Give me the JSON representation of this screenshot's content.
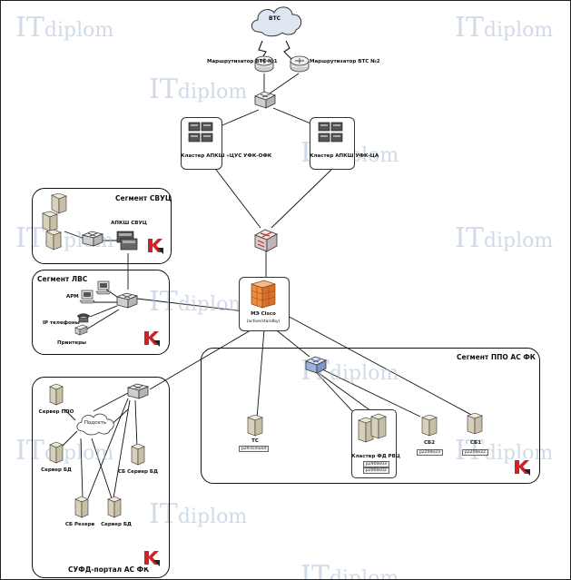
{
  "diagram": {
    "vts_cloud": "ВТС",
    "routers": [
      {
        "label": "Маршрутизатор ВТС №1"
      },
      {
        "label": "Маршрутизатор ВТС №2"
      }
    ],
    "cluster_left": "Кластер АПКШ «ЦУС УФК-ОФК",
    "cluster_right": "Кластер АПКШ УФК-ЦА",
    "firewall": {
      "title": "МЭ Cisco",
      "mode": "(active/standby)"
    },
    "seg_svuc": {
      "title": "Сегмент СВУЦ",
      "apksh": "АПКШ СВУЦ"
    },
    "seg_lvs": {
      "title": "Сегмент ЛВС",
      "arm": "АРМ",
      "ip_phones": "IP телефоны",
      "printers": "Принтеры"
    },
    "seg_ppo": {
      "title": "Сегмент ППО АС ФК",
      "tc": {
        "label": "ТС",
        "host": "p29-tcmonit"
      },
      "fd_cluster": {
        "label": "Кластер ФД РВЦ",
        "hosts": [
          "p2900e03",
          "p2900e02"
        ]
      },
      "sb2": {
        "label": "СБ2",
        "host": "p2200e23"
      },
      "sb1": {
        "label": "СБ1",
        "host": "p2200e22"
      }
    },
    "seg_sufd": {
      "title": "СУФД-портал АС ФК",
      "subnet": "Подсеть",
      "srv_ppo": "Сервер ППО",
      "srv_bd": "Сервер БД",
      "sb_srv_bd": "СБ Сервер БД",
      "sb_reserve": "СБ Резерв",
      "srv_bd2": "Сервер БД"
    },
    "watermark": {
      "it": "IT",
      "rest": "diplom"
    },
    "colors": {
      "watermark": "#aabcd6",
      "firewall": "#f08a3c",
      "accent_switch": "#c83030",
      "kaspersky": "#d32027"
    }
  }
}
